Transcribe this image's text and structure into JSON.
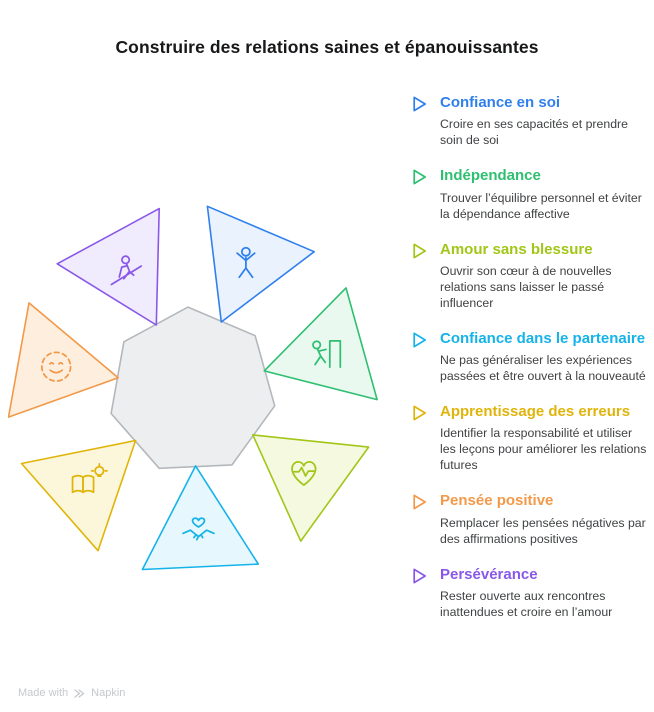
{
  "title": "Construire des relations saines et épanouissantes",
  "watermark": {
    "prefix": "Made with",
    "brand": "Napkin"
  },
  "diagram": {
    "center_fill": "#eceeef",
    "center_stroke": "#b4b8bc"
  },
  "items": [
    {
      "id": "confiance-en-soi",
      "label": "Confiance en soi",
      "description": "Croire en ses capacités et prendre soin de soi",
      "color": "#2f80ed",
      "fill": "#eaf2fd",
      "icon": "person-arms-up-icon"
    },
    {
      "id": "independance",
      "label": "Indépendance",
      "description": "Trouver l’équilibre personnel et éviter la dépendance affective",
      "color": "#2fbf71",
      "fill": "#e9f9f0",
      "icon": "person-leaving-door-icon"
    },
    {
      "id": "amour-sans-blessure",
      "label": "Amour sans blessure",
      "description": "Ouvrir son cœur à de nouvelles relations sans laisser le passé influencer",
      "color": "#a2c617",
      "fill": "#f5f9e0",
      "icon": "heartbeat-heart-icon"
    },
    {
      "id": "confiance-dans-le-partenaire",
      "label": "Confiance dans le partenaire",
      "description": "Ne pas généraliser les expériences passées et être ouvert à la nouveauté",
      "color": "#16b3e8",
      "fill": "#e6f7fd",
      "icon": "handshake-heart-icon"
    },
    {
      "id": "apprentissage-des-erreurs",
      "label": "Apprentissage des erreurs",
      "description": "Identifier la responsabilité et utiliser les leçons pour améliorer les relations futures",
      "color": "#e0b50b",
      "fill": "#fcf6da",
      "icon": "book-lightbulb-icon"
    },
    {
      "id": "pensee-positive",
      "label": "Pensée positive",
      "description": "Remplacer les pensées négatives par des affirmations positives",
      "color": "#f2994a",
      "fill": "#fdeedd",
      "icon": "smiley-face-icon"
    },
    {
      "id": "perseverance",
      "label": "Persévérance",
      "description": "Rester ouverte aux rencontres inattendues et croire en l’amour",
      "color": "#8958e8",
      "fill": "#f0ebfd",
      "icon": "hiker-icon"
    }
  ]
}
